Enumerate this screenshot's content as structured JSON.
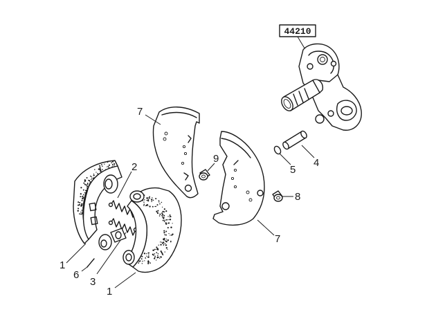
{
  "reference_box": "44210",
  "labels": {
    "shoe_left": "1",
    "shoe_right": "1",
    "spring_upper": "2",
    "spring_lower": "3",
    "pin": "4",
    "seal_ring": "5",
    "cotter": "6",
    "backing_plate_left": "7",
    "backing_plate_right": "7",
    "plug_right": "8",
    "plug_center": "9"
  }
}
